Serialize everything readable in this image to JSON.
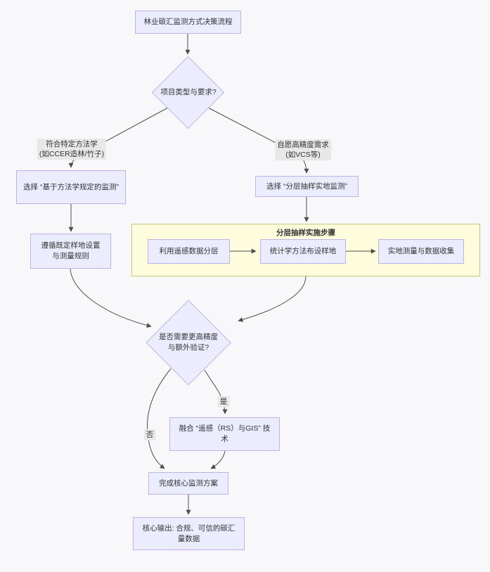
{
  "flowchart": {
    "start": "林业碳汇监测方式决策流程",
    "decision_project": "项目类型与要求?",
    "label_methodology": [
      "符合特定方法学",
      "(如CCER造林/竹子)"
    ],
    "label_voluntary": [
      "自愿高精度需求",
      "(如VCS等)"
    ],
    "node_select_methodology": "选择 “基于方法学规定的监测”",
    "node_select_sampling": "选择 “分层抽样实地监测”",
    "node_follow_rules": [
      "遵循既定样地设置",
      "与测量规则"
    ],
    "subgraph_title": "分层抽样实施步骤",
    "node_rs_stratify": "利用遥感数据分层",
    "node_stat_plots": "统计学方法布设样地",
    "node_field_measure": "实地测量与数据收集",
    "decision_precision": [
      "是否需要更高精度",
      "与额外验证?"
    ],
    "label_yes": "是",
    "label_no": "否",
    "node_rs_gis": "融合 “遥感（RS）与GIS” 技术",
    "node_complete": "完成核心监测方案",
    "node_output": "核心输出: 合规、可信的碳汇量数据"
  },
  "colors": {
    "node_fill": "#ececff",
    "node_border": "#bfb3e6",
    "cluster_fill": "#fdfdde",
    "cluster_border": "#c6c67c",
    "edge": "#4d4d4d",
    "edge_label_bg": "#e8e8e8",
    "text": "#333333",
    "background": "#f8f8fa"
  }
}
